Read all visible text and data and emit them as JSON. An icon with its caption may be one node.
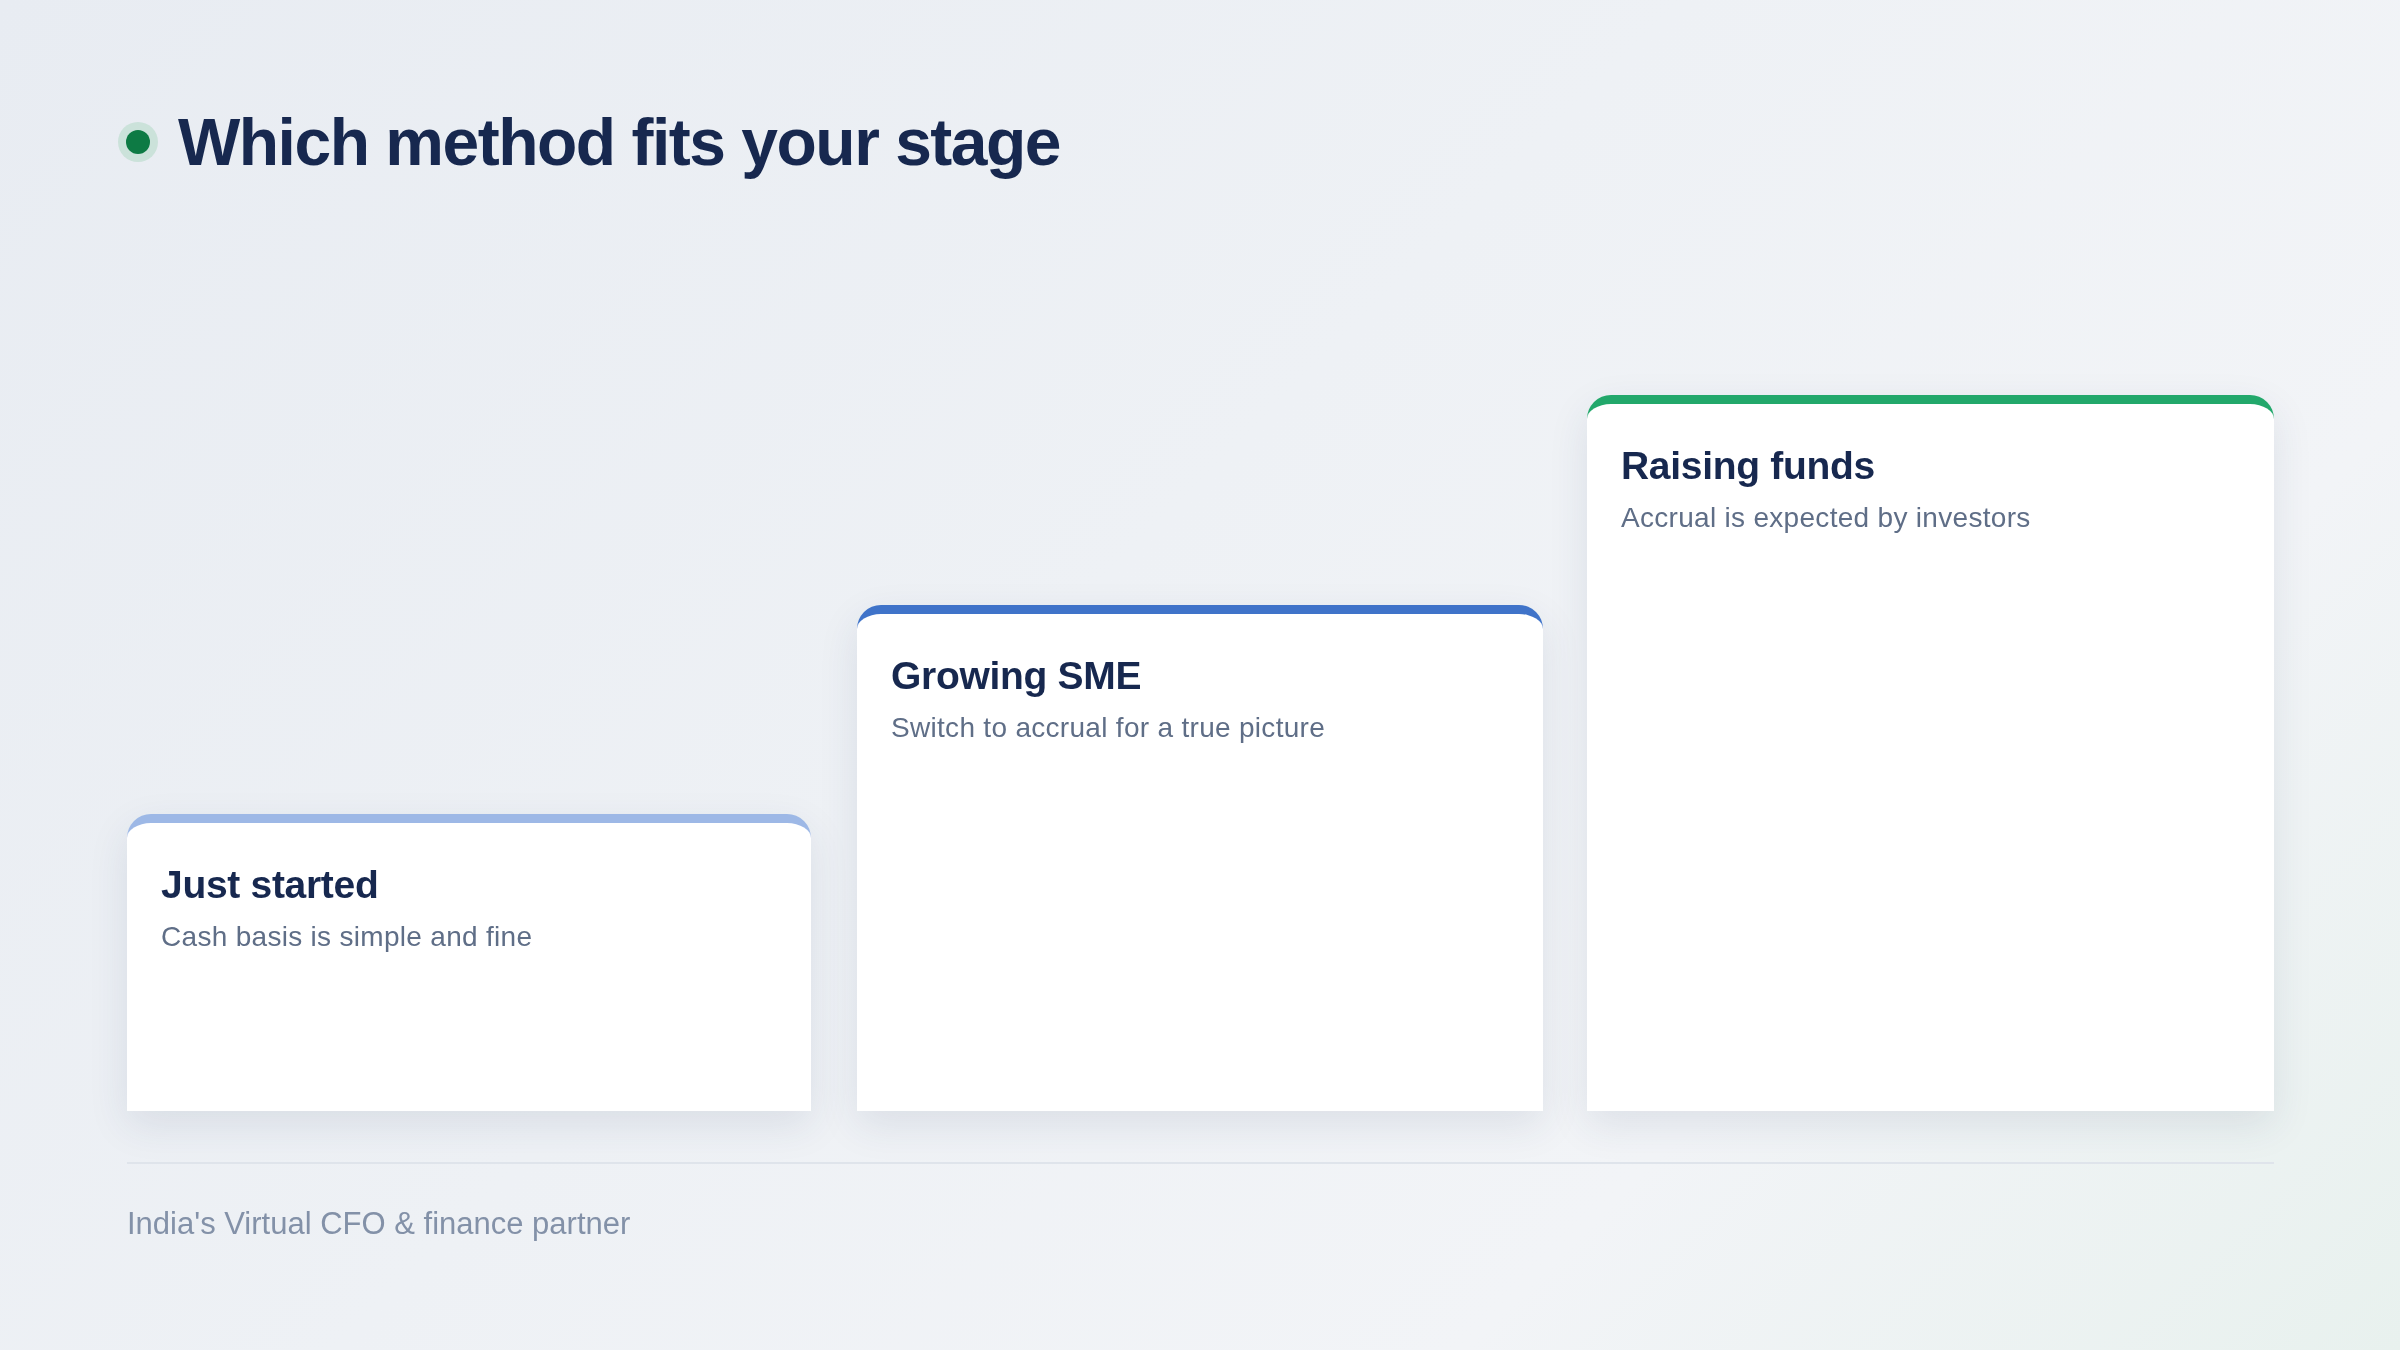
{
  "diagram": {
    "title": "Which method fits your stage",
    "nodes": [
      {
        "text": [
          "Just started",
          "Cash basis is simple and fine"
        ]
      },
      {
        "text": [
          "Growing SME",
          "Switch to accrual for a true picture"
        ]
      },
      {
        "text": [
          "Raising funds",
          "Accrual is expected by investors"
        ]
      }
    ],
    "labels": [
      "India's Virtual CFO & finance partner"
    ]
  }
}
